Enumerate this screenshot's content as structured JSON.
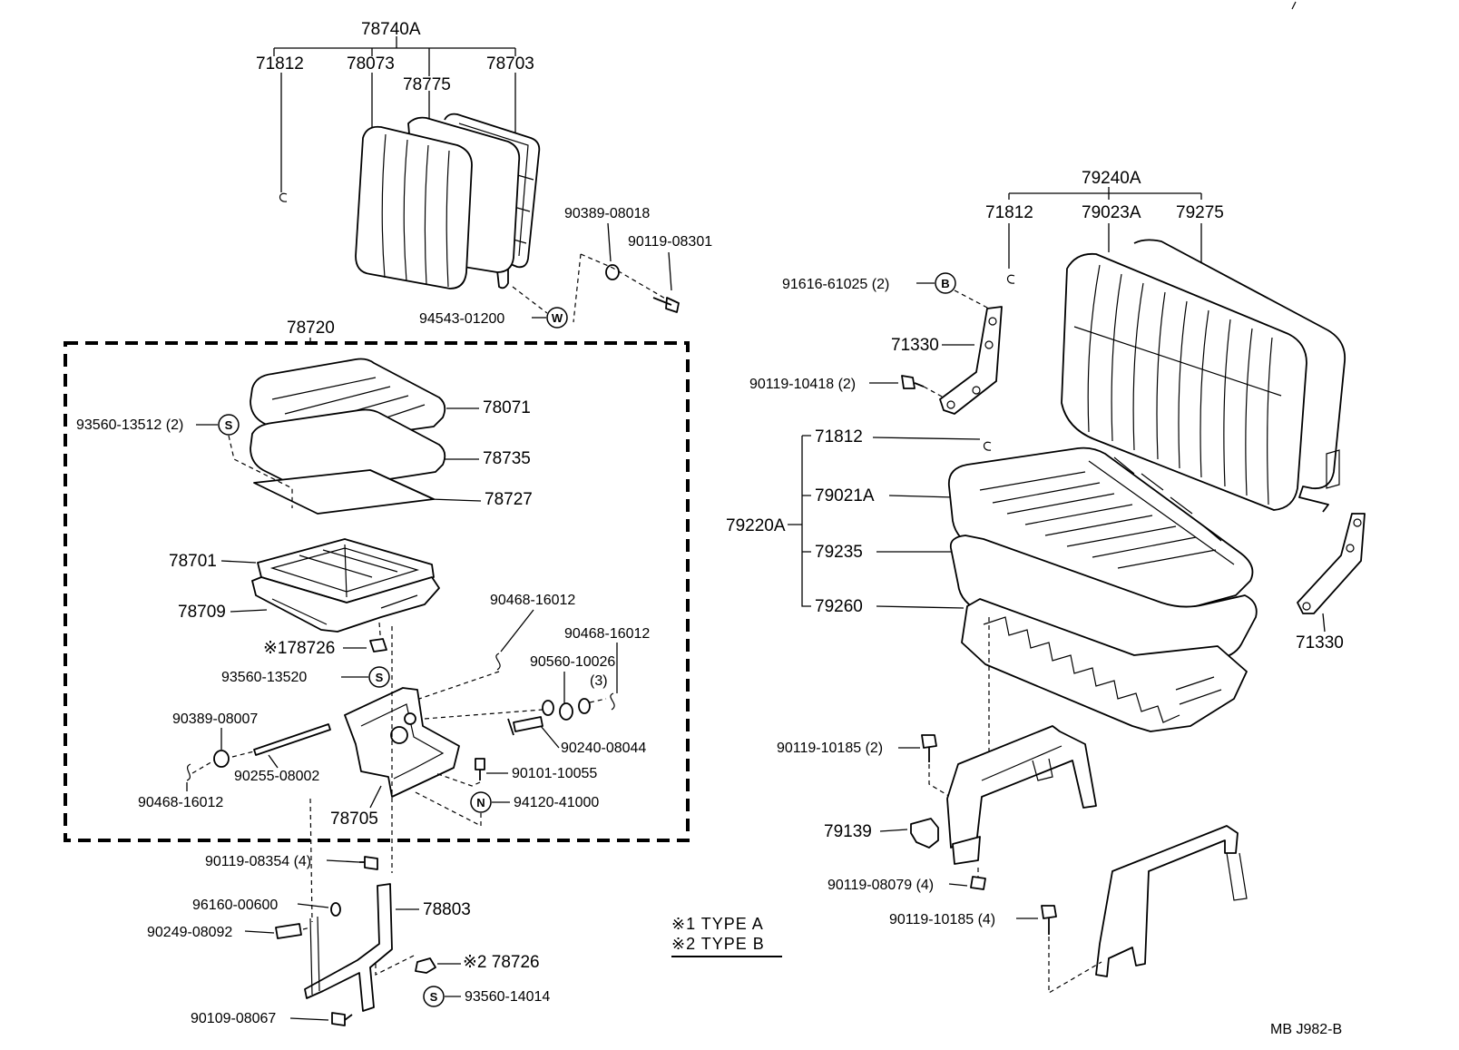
{
  "labels": {
    "p78740A": "78740A",
    "p71812_a": "71812",
    "p78073": "78073",
    "p78775": "78775",
    "p78703": "78703",
    "p90389_08018": "90389-08018",
    "p90119_08301": "90119-08301",
    "p94543_01200": "94543-01200",
    "p78720": "78720",
    "p93560_13512": "93560-13512 (2)",
    "p78071": "78071",
    "p78735": "78735",
    "p78727": "78727",
    "p78701": "78701",
    "p78709": "78709",
    "p178726": "※178726",
    "p93560_13520": "93560-13520",
    "p90468_16012_a": "90468-16012",
    "p90468_16012_b": "90468-16012",
    "p90560_10026": "90560-10026",
    "p90560_qty": "(3)",
    "p90240_08044": "90240-08044",
    "p90389_08007": "90389-08007",
    "p90255_08002": "90255-08002",
    "p90468_16012_c": "90468-16012",
    "p90101_10055": "90101-10055",
    "p94120_41000": "94120-41000",
    "p78705": "78705",
    "p90119_08354": "90119-08354 (4)",
    "p78803": "78803",
    "p96160_00600": "96160-00600",
    "p90249_08092": "90249-08092",
    "p278726": "※2 78726",
    "p93560_14014": "93560-14014",
    "p90109_08067": "90109-08067",
    "p79240A": "79240A",
    "p71812_b": "71812",
    "p79023A": "79023A",
    "p79275": "79275",
    "p91616_61025": "91616-61025 (2)",
    "p71330_a": "71330",
    "p90119_10418": "90119-10418 (2)",
    "p71812_c": "71812",
    "p79021A": "79021A",
    "p79220A": "79220A",
    "p79235": "79235",
    "p79260": "79260",
    "p71330_b": "71330",
    "p90119_10185_a": "90119-10185 (2)",
    "p79139": "79139",
    "p90119_08079": "90119-08079 (4)",
    "p90119_10185_b": "90119-10185 (4)"
  },
  "circle_codes": {
    "W": "W",
    "S1": "S",
    "S2": "S",
    "S3": "S",
    "N": "N",
    "B": "B"
  },
  "legend": {
    "type_a": "※1 TYPE  A",
    "type_b": "※2 TYPE  B"
  },
  "footer_code": "MB   J982-B"
}
